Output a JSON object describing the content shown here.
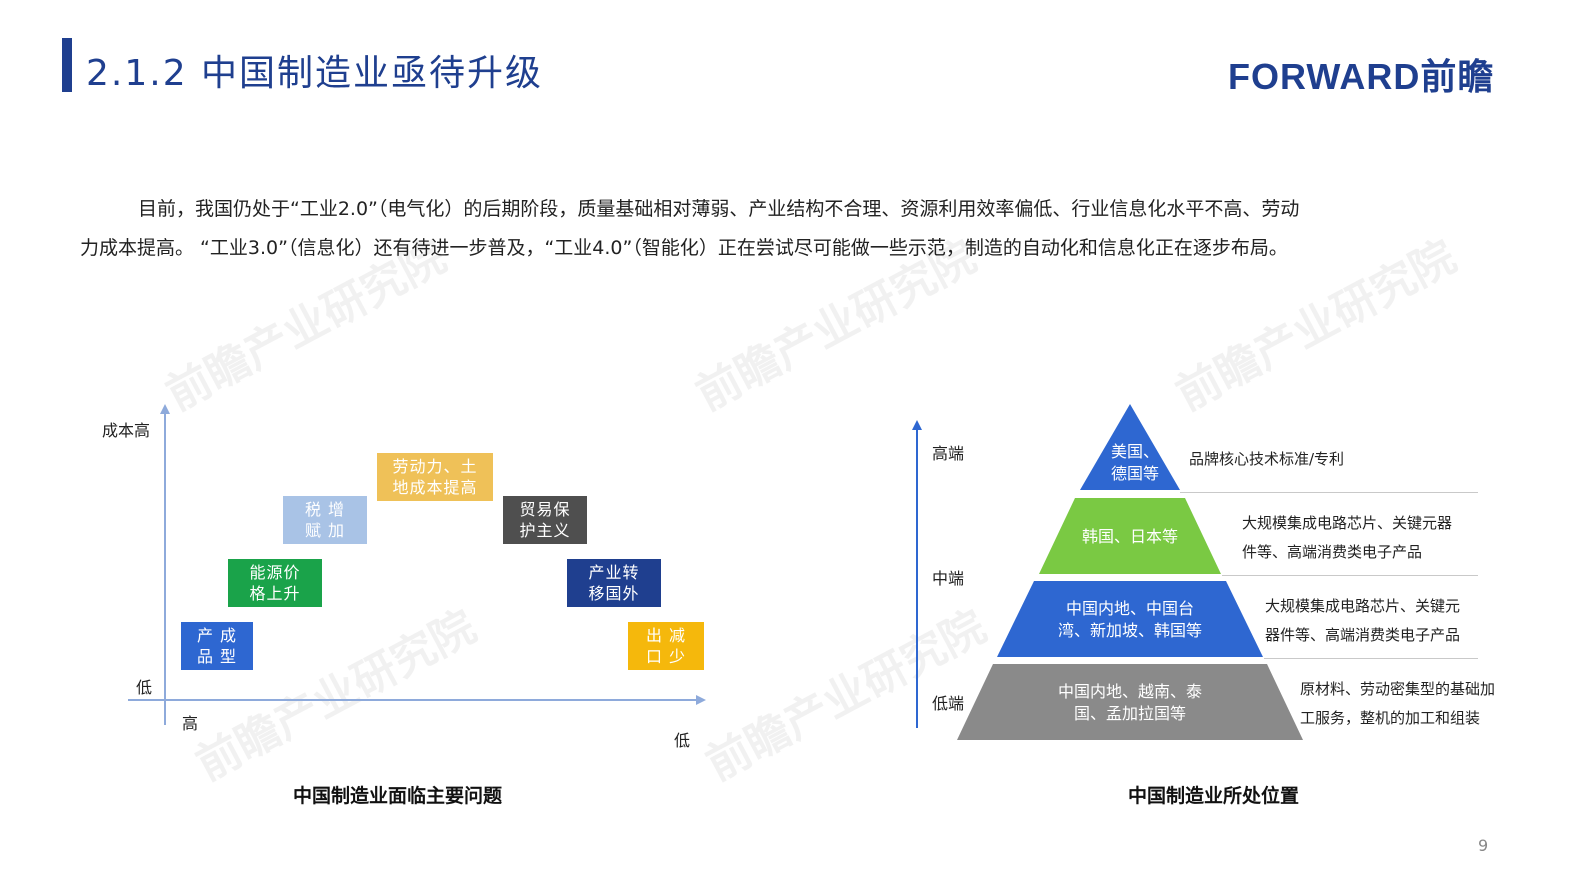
{
  "header": {
    "title": "2.1.2 中国制造业亟待升级",
    "logo": "FORWARD前瞻"
  },
  "paragraph": {
    "line1": "目前，我国仍处于“工业2.0”（电气化）的后期阶段，质量基础相对薄弱、产业结构不合理、资源利用效率偏低、行业信息化水平不高、劳动",
    "line2": "力成本提高。 “工业3.0”（信息化）还有待进一步普及，“工业4.0”（智能化）正在尝试尽可能做一些示范，制造的自动化和信息化正在逐步布局。"
  },
  "left_chart": {
    "y_top_label": "成本高",
    "y_bottom_label": "低",
    "x_left_label": "高",
    "x_right_label": "低",
    "caption": "中国制造业面临主要问题",
    "boxes": [
      {
        "text": "产 成\n品 型",
        "color": "#2e67d1"
      },
      {
        "text": "能源价\n格上升",
        "color": "#1aa34a"
      },
      {
        "text": "税 增\n赋 加",
        "color": "#a9c3e6"
      },
      {
        "text": "劳动力、土\n地成本提高",
        "color": "#efc158"
      },
      {
        "text": "贸易保\n护主义",
        "color": "#4f4f4f"
      },
      {
        "text": "产业转\n移国外",
        "color": "#1f3f8f"
      },
      {
        "text": "出 减\n口 少",
        "color": "#f5b80c"
      }
    ]
  },
  "right_chart": {
    "y_high": "高端",
    "y_mid": "中端",
    "y_low": "低端",
    "caption": "中国制造业所处位置",
    "tiers": [
      {
        "label": "美国、\n德国等",
        "desc": "品牌核心技术标准/专利",
        "color": "#2e67d1"
      },
      {
        "label": "韩国、日本等",
        "desc": "大规模集成电路芯片、关键元器\n件等、高端消费类电子产品",
        "color": "#7ac943"
      },
      {
        "label": "中国内地、中国台\n湾、新加坡、韩国等",
        "desc": "大规模集成电路芯片、关键元\n器件等、高端消费类电子产品",
        "color": "#2e67d1"
      },
      {
        "label": "中国内地、越南、泰\n国、孟加拉国等",
        "desc": "原材料、劳动密集型的基础加\n工服务，整机的加工和组装",
        "color": "#8a8a8a"
      }
    ]
  },
  "page_number": "9"
}
